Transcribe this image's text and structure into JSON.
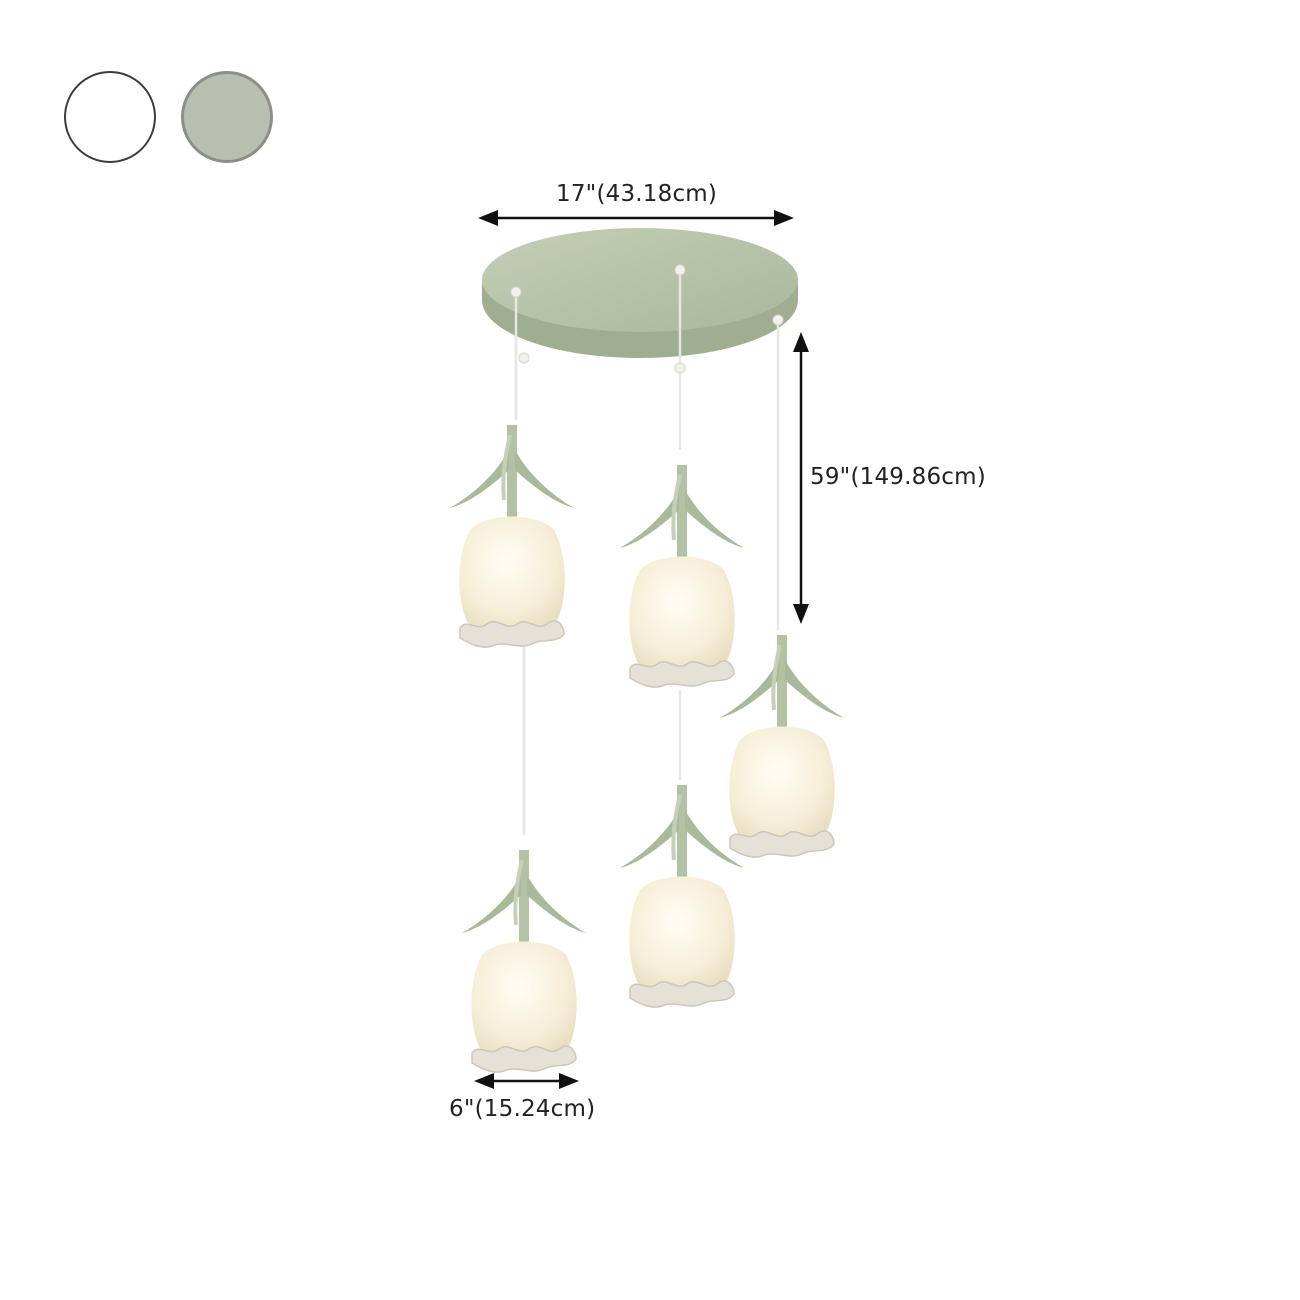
{
  "color_options": [
    {
      "name": "White",
      "color": "#ffffff",
      "border": "#3c3c3c"
    },
    {
      "name": "Green",
      "color": "#b7bfb0",
      "border": "#8a9088"
    }
  ],
  "dimensions": {
    "width": "17\"(43.18cm)",
    "height": "59\"(149.86cm)",
    "shade_width": "6\"(15.24cm)"
  },
  "product": {
    "canopy_color": "#bcc8ad",
    "leaf_color": "#a9b99a",
    "shade_color": "#f7f0dc",
    "pendant_count": 5
  }
}
